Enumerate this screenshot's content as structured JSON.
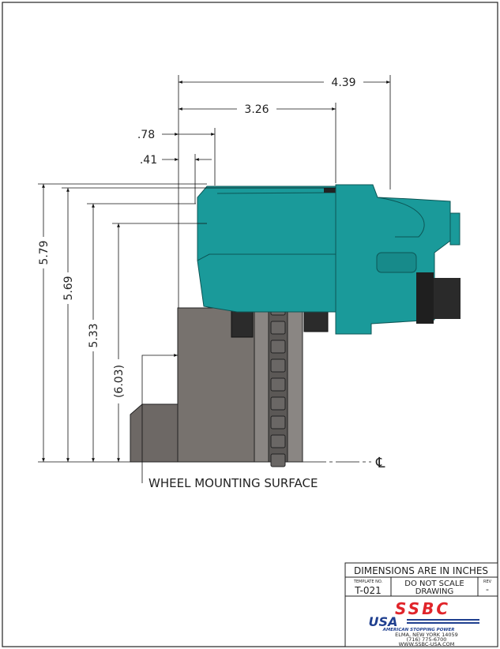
{
  "dimensions": {
    "horizontal": [
      {
        "label": "4.39"
      },
      {
        "label": "3.26"
      },
      {
        "label": ".78"
      },
      {
        "label": ".41"
      }
    ],
    "vertical": [
      {
        "label": "5.79"
      },
      {
        "label": "5.69"
      },
      {
        "label": "5.33"
      },
      {
        "label": "(6.03)"
      }
    ]
  },
  "annotations": {
    "wheel_mounting_surface": "WHEEL MOUNTING SURFACE",
    "centerline": "℄"
  },
  "title_block": {
    "units_note": "DIMENSIONS ARE IN INCHES",
    "template_label": "TEMPLATE NO.",
    "template_no": "T-021",
    "scale_note_line1": "DO NOT SCALE",
    "scale_note_line2": "DRAWING",
    "rev_label": "REV",
    "rev_value": "-",
    "logo_text_top": "SSBC",
    "logo_text_bottom": "USA",
    "tagline": "AMERICAN STOPPING POWER",
    "address": "ELMA, NEW YORK  14059",
    "phone": "(716) 775-6700",
    "website": "WWW.SSBC-USA.COM"
  },
  "colors": {
    "caliper": "#1a9a9a",
    "caliper_dark": "#0f7070",
    "hub": "#76716d",
    "rotor": "#8a8683",
    "brand_red": "#e0242a",
    "brand_blue": "#1f3f8f"
  }
}
